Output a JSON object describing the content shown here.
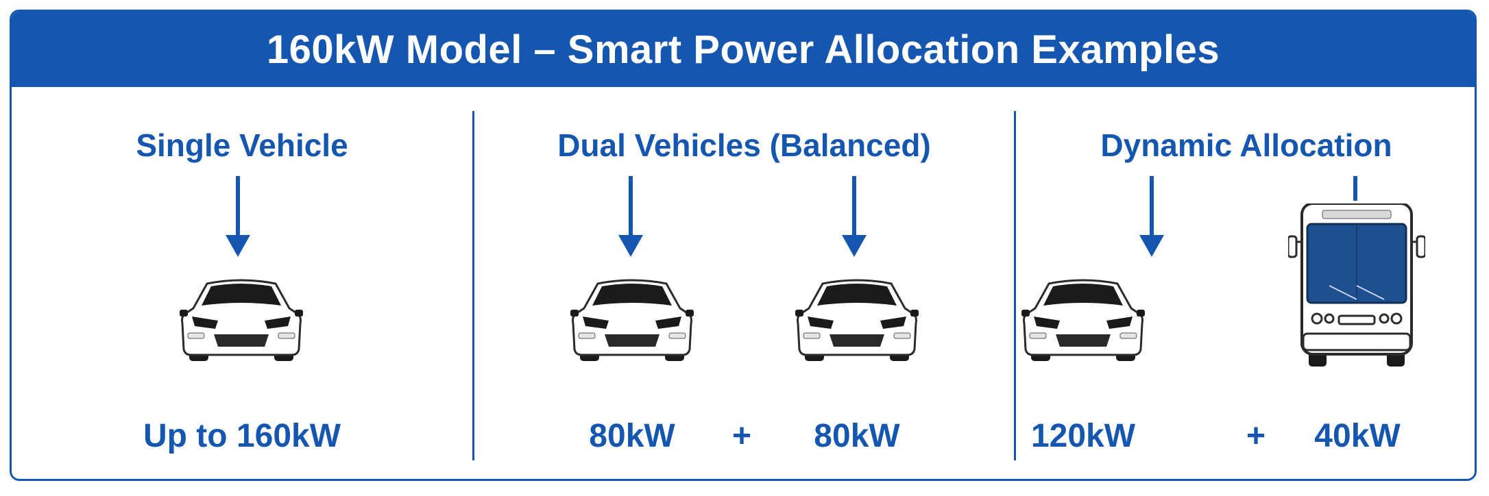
{
  "title": "160kW Model – Smart Power Allocation Examples",
  "sections": [
    {
      "heading": "Single Vehicle",
      "label": "Up to 160kW",
      "vehicles": [
        "car-icon"
      ]
    },
    {
      "heading": "Dual Vehicles (Balanced)",
      "labels": [
        "80kW",
        "80kW"
      ],
      "plus": "+",
      "vehicles": [
        "car-icon",
        "car-icon"
      ]
    },
    {
      "heading": "Dynamic Allocation",
      "labels": [
        "120kW",
        "40kW"
      ],
      "plus": "+",
      "vehicles": [
        "car-icon",
        "bus-icon"
      ]
    }
  ],
  "colors": {
    "brand_blue": "#1557b0",
    "bus_windshield": "#1e4f8f",
    "white": "#ffffff"
  }
}
